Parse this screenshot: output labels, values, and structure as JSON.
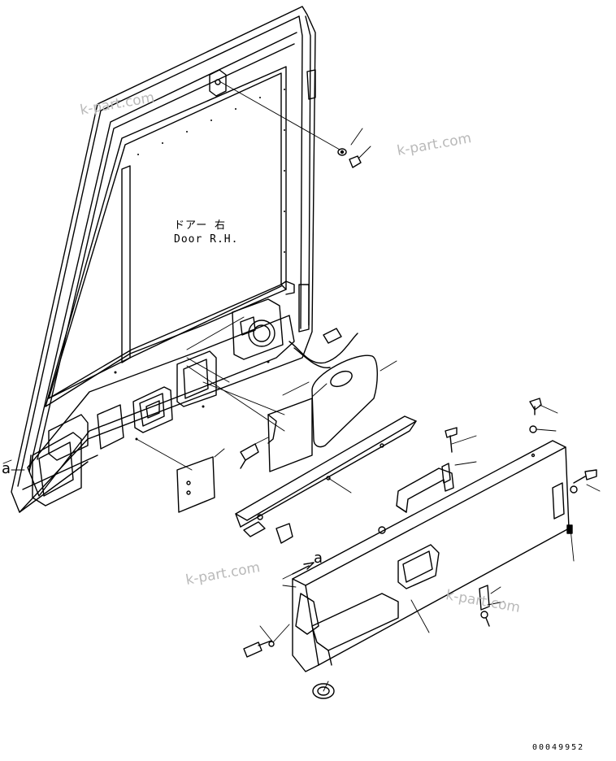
{
  "labels": {
    "door_ja": "ドアー 右",
    "door_en": "Door R.H.",
    "callout_left": "a",
    "callout_mid": "a"
  },
  "watermarks": [
    "k-part.com",
    "k-part.com",
    "k-part.com",
    "k-part.com"
  ],
  "doc_number": "00049952"
}
